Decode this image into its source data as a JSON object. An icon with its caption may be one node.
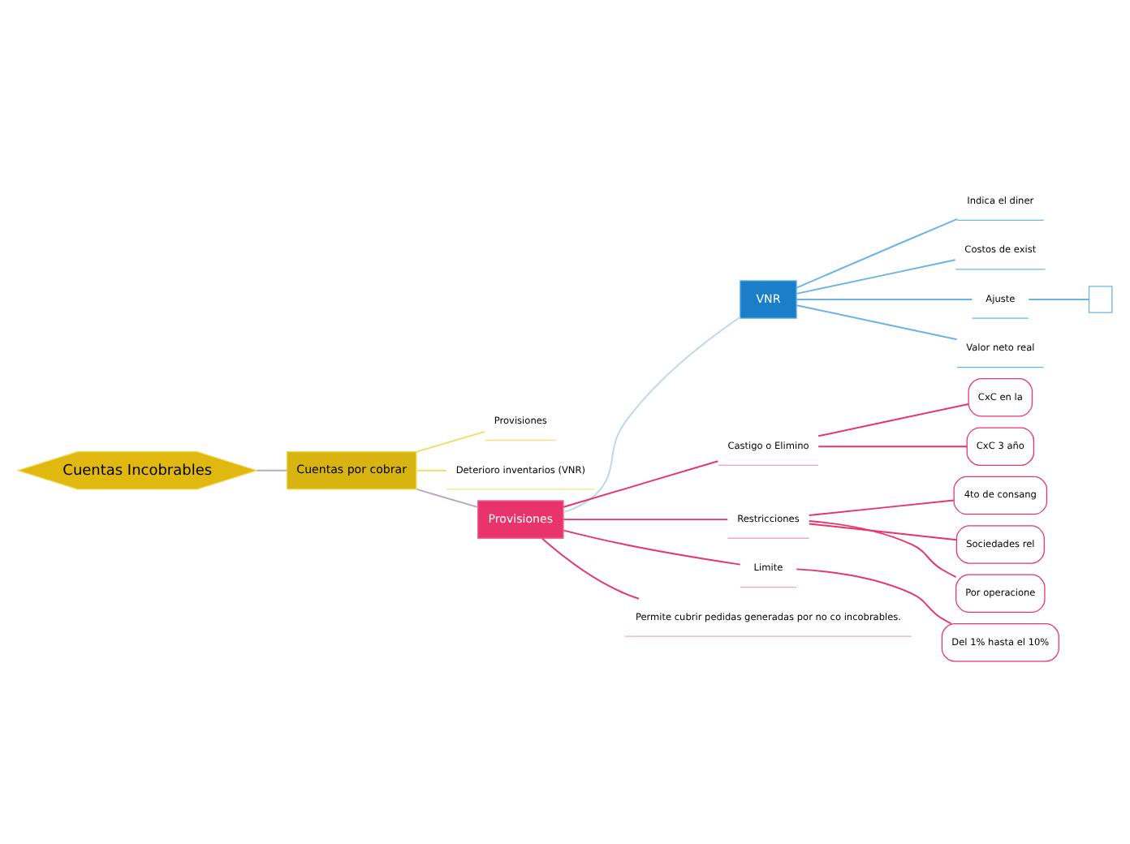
{
  "diagram": {
    "nodes": [
      {
        "text": [
          "Cuentas Incobrables"
        ]
      },
      {
        "text": [
          "Cuentas por cobrar"
        ]
      },
      {
        "text": [
          "Provisiones"
        ]
      },
      {
        "text": [
          "Deterioro inventarios (VNR)"
        ]
      },
      {
        "text": [
          "Provisiones"
        ]
      },
      {
        "text": [
          "VNR"
        ]
      },
      {
        "text": [
          "Castigo o Elimino"
        ]
      },
      {
        "text": [
          "CxC en la"
        ]
      },
      {
        "text": [
          "CxC 3 año"
        ]
      },
      {
        "text": [
          "Restricciones"
        ]
      },
      {
        "text": [
          "4to de consang"
        ]
      },
      {
        "text": [
          "Sociedades rel"
        ]
      },
      {
        "text": [
          "Por operacione"
        ]
      },
      {
        "text": [
          "Limite"
        ]
      },
      {
        "text": [
          "Del 1% hasta el 10%"
        ]
      },
      {
        "text": [
          "Permite cubrir pedidas generadas por no co incobrables."
        ]
      },
      {
        "text": [
          "Indica el diner"
        ]
      },
      {
        "text": [
          "Costos de exist"
        ]
      },
      {
        "text": [
          "Ajuste"
        ]
      },
      {
        "text": [],
        "shape": "box"
      },
      {
        "text": [
          "Valor neto real"
        ]
      }
    ],
    "edges": [
      {
        "from": 0,
        "to": 1,
        "arrow": "none",
        "color": "#b8a8c8"
      },
      {
        "from": 1,
        "to": 2,
        "arrow": "none",
        "color": "#f2dc6a"
      },
      {
        "from": 1,
        "to": 3,
        "arrow": "none",
        "color": "#f2dc6a"
      },
      {
        "from": 1,
        "to": 4,
        "arrow": "none",
        "color": "#b8a8c8"
      },
      {
        "from": 4,
        "to": 6,
        "arrow": "none"
      },
      {
        "from": 4,
        "to": 9,
        "arrow": "none"
      },
      {
        "from": 4,
        "to": 13,
        "arrow": "none"
      },
      {
        "from": 4,
        "to": 15,
        "arrow": "none"
      },
      {
        "from": 4,
        "to": 5,
        "arrow": "none",
        "color": "#b8d8f0"
      },
      {
        "from": 6,
        "to": 7,
        "arrow": "none"
      },
      {
        "from": 6,
        "to": 8,
        "arrow": "none"
      },
      {
        "from": 9,
        "to": 10,
        "arrow": "none"
      },
      {
        "from": 9,
        "to": 11,
        "arrow": "none"
      },
      {
        "from": 9,
        "to": 12,
        "arrow": "none"
      },
      {
        "from": 13,
        "to": 14,
        "arrow": "none"
      },
      {
        "from": 5,
        "to": 16,
        "arrow": "none",
        "color": "#6ab4e8"
      },
      {
        "from": 5,
        "to": 17,
        "arrow": "none",
        "color": "#6ab4e8"
      },
      {
        "from": 5,
        "to": 18,
        "arrow": "none",
        "color": "#6ab4e8"
      },
      {
        "from": 5,
        "to": 20,
        "arrow": "none",
        "color": "#6ab4e8"
      },
      {
        "from": 18,
        "to": 19,
        "arrow": "none",
        "color": "#6ab4e8"
      }
    ]
  }
}
